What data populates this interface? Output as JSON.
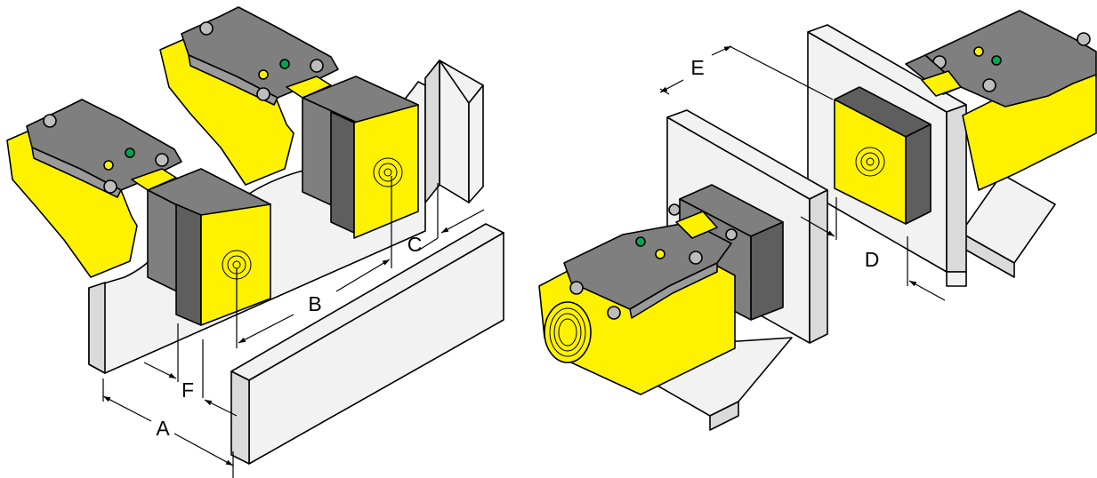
{
  "diagram": {
    "left_figure": {
      "dimension_labels": {
        "a": "A",
        "b": "B",
        "c": "C",
        "f": "F"
      }
    },
    "right_figure": {
      "dimension_labels": {
        "d": "D",
        "e": "E"
      }
    },
    "colors": {
      "sensor_yellow": "#FFF200",
      "housing_gray": "#7F7F7F",
      "housing_gray_light": "#9A9A9A",
      "housing_gray_dark": "#5E5E5E",
      "plate_light": "#F2F2F2",
      "plate_side": "#DADADA",
      "led_green": "#00A650",
      "led_yellow": "#FFF200"
    }
  }
}
